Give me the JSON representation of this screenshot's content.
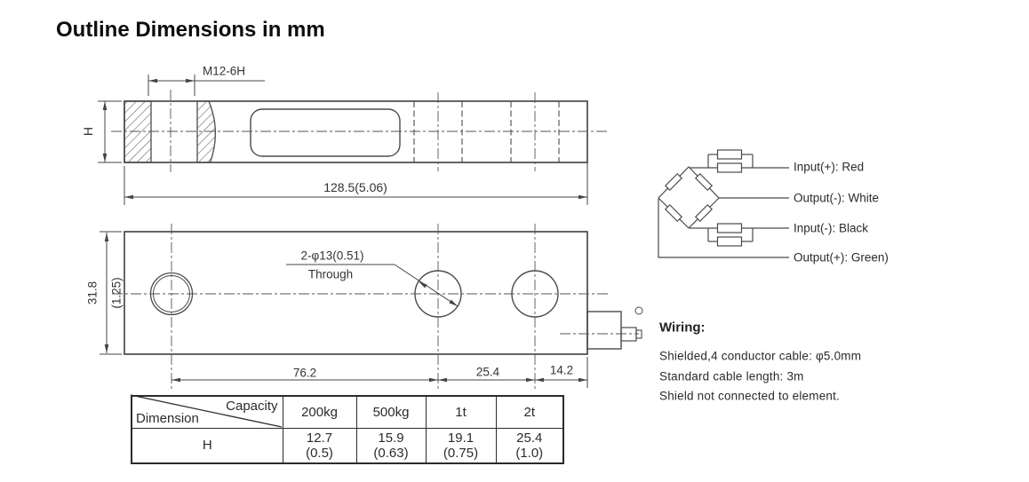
{
  "title": "Outline Dimensions in mm",
  "side_view": {
    "thread_label": "M12-6H",
    "height_label": "H",
    "length_dim": "128.5(5.06)"
  },
  "plan_view": {
    "width_dim_mm": "31.8",
    "width_dim_in": "(1.25)",
    "holes_label": "2-φ13(0.51)",
    "holes_sublabel": "Through",
    "dim_left_holes": "76.2",
    "dim_mid_holes": "25.4",
    "dim_edge": "14.2"
  },
  "wiring_diagram": {
    "labels": [
      "Input(+): Red",
      "Output(-): White",
      "Input(-): Black",
      "Output(+): Green)"
    ]
  },
  "wiring_notes": {
    "heading": "Wiring:",
    "lines": [
      "Shielded,4 conductor cable: φ5.0mm",
      "Standard cable length: 3m",
      "Shield not connected to element."
    ]
  },
  "table": {
    "corner": {
      "top_right": "Capacity",
      "bottom_left": "Dimension"
    },
    "columns": [
      "200kg",
      "500kg",
      "1t",
      "2t"
    ],
    "row_label": "H",
    "values": [
      {
        "mm": "12.7",
        "inch": "(0.5)"
      },
      {
        "mm": "15.9",
        "inch": "(0.63)"
      },
      {
        "mm": "19.1",
        "inch": "(0.75)"
      },
      {
        "mm": "25.4",
        "inch": "(1.0)"
      }
    ]
  }
}
